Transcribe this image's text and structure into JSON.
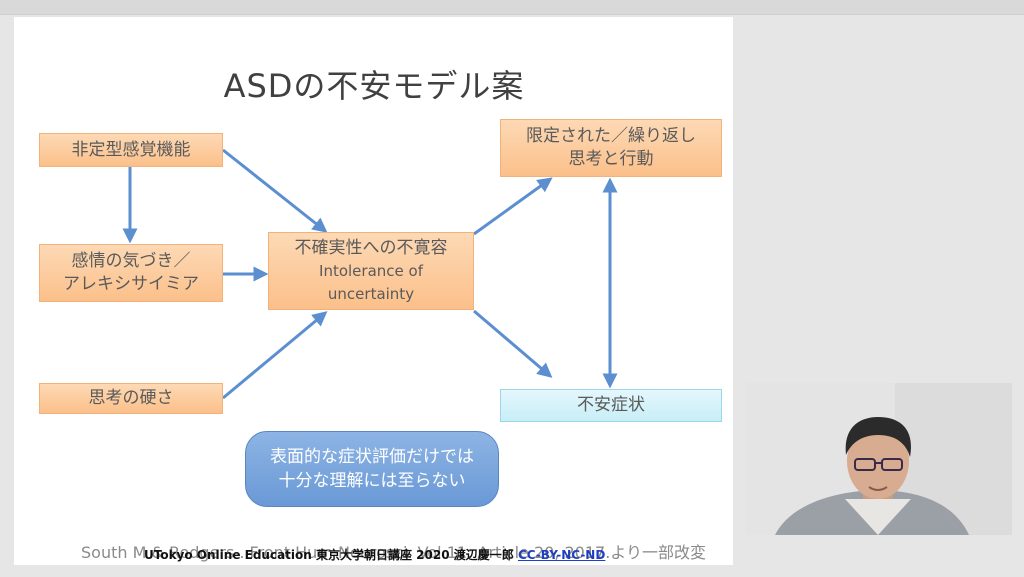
{
  "slide": {
    "title": "ASDの不安モデル案",
    "boxes": {
      "atypical_sensory": "非定型感覚機能",
      "emotion_awareness_1": "感情の気づき／",
      "emotion_awareness_2": "アレキシサイミア",
      "thinking_rigidity": "思考の硬さ",
      "intolerance_jp": "不確実性への不寛容",
      "intolerance_en_1": "Intolerance of",
      "intolerance_en_2": "uncertainty",
      "restricted_1": "限定された／繰り返し",
      "restricted_2": "思考と行動",
      "anxiety": "不安症状"
    },
    "callout_1": "表面的な症状評価だけでは",
    "callout_2": "十分な理解には至らない",
    "citation": "South M & Rodgers . Front Hum Neurosci. Vol 11: Article 20, 2017.より一部改変",
    "credit_text": "UTokyo Online Education 東京大学朝日講座 2020 渡辺慶一郎",
    "credit_license": "CC-BY-NC-ND"
  },
  "colors": {
    "arrow": "#5b8fd0",
    "orange_box": "#fbc08a",
    "blue_box": "#c8eef8",
    "callout": "#6a99d6"
  }
}
